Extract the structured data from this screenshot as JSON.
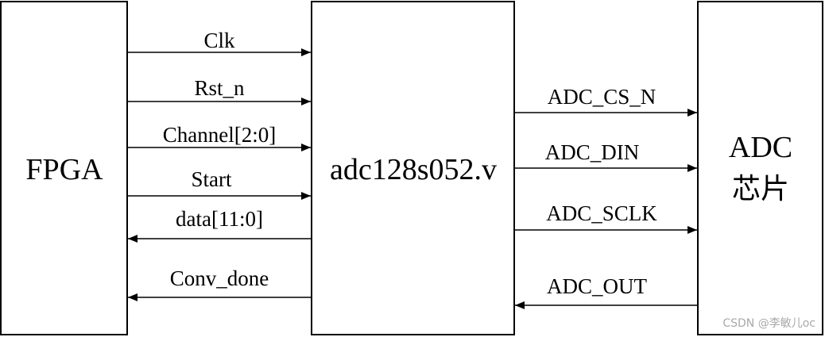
{
  "blocks": {
    "fpga": "FPGA",
    "module": "adc128s052.v",
    "adc_line1": "ADC",
    "adc_line2": "芯片"
  },
  "left_signals": [
    {
      "label": "Clk",
      "direction": "to-module"
    },
    {
      "label": "Rst_n",
      "direction": "to-module"
    },
    {
      "label": "Channel[2:0]",
      "direction": "to-module"
    },
    {
      "label": "Start",
      "direction": "to-module"
    },
    {
      "label": "data[11:0]",
      "direction": "to-fpga"
    },
    {
      "label": "Conv_done",
      "direction": "to-fpga"
    }
  ],
  "right_signals": [
    {
      "label": "ADC_CS_N",
      "direction": "to-adc"
    },
    {
      "label": "ADC_DIN",
      "direction": "to-adc"
    },
    {
      "label": "ADC_SCLK",
      "direction": "to-adc"
    },
    {
      "label": "ADC_OUT",
      "direction": "to-module"
    }
  ],
  "watermark": "CSDN @李敏儿oc"
}
